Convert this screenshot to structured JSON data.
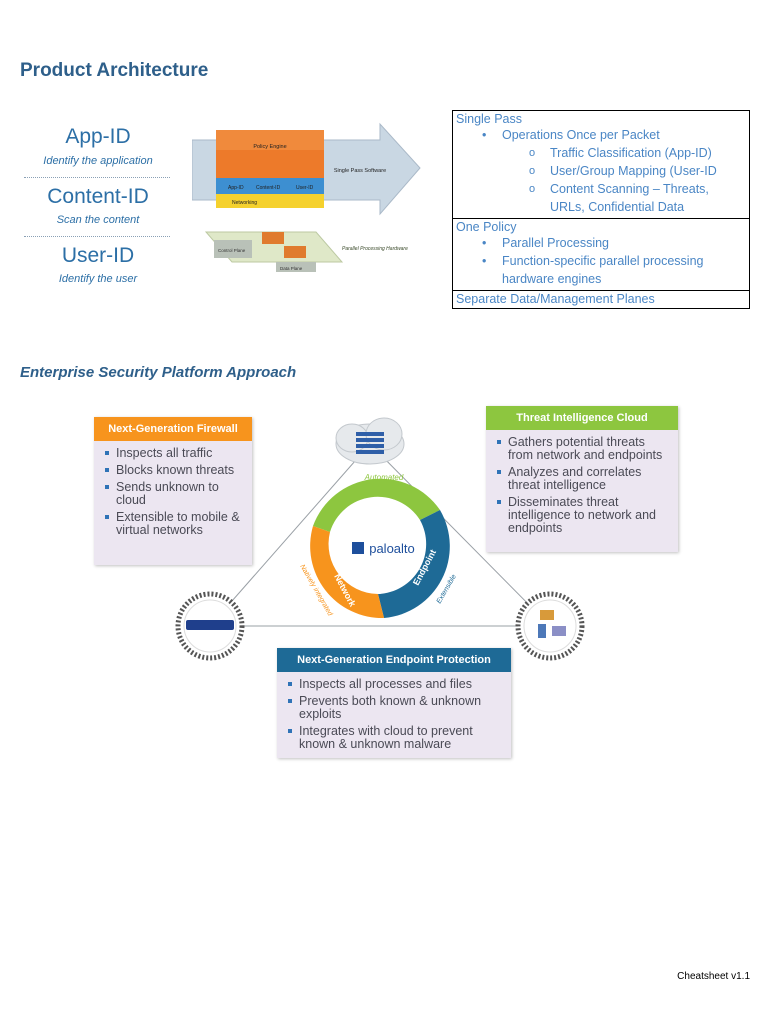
{
  "title": "Product Architecture",
  "ids": [
    {
      "name": "App-ID",
      "sub": "Identify the application"
    },
    {
      "name": "Content-ID",
      "sub": "Scan the content"
    },
    {
      "name": "User-ID",
      "sub": "Identify the user"
    }
  ],
  "stack_diagram": {
    "layers": [
      "Policy Engine",
      "App-ID",
      "Content-ID",
      "User-ID",
      "Networking"
    ],
    "arrow_label": "Single Pass Software",
    "side_label": "Parallel Processing Hardware",
    "planes": [
      "Control Plane",
      "Data Plane"
    ]
  },
  "table": {
    "single_pass": "Single Pass",
    "single_pass_bullet": "Operations Once per Packet",
    "single_pass_sub": [
      "Traffic Classification (App-ID)",
      "User/Group Mapping (User-ID",
      "Content Scanning – Threats, URLs, Confidential Data"
    ],
    "one_policy": "One Policy",
    "one_policy_bullets": [
      "Parallel Processing",
      "Function-specific parallel processing hardware engines"
    ],
    "separate": "Separate Data/Management Planes"
  },
  "section2_title": "Enterprise Security Platform Approach",
  "ngfw": {
    "head": "Next-Generation Firewall",
    "items": [
      "Inspects all traffic",
      "Blocks known threats",
      "Sends unknown to cloud",
      "Extensible to mobile & virtual networks"
    ]
  },
  "tic": {
    "head": "Threat Intelligence Cloud",
    "items": [
      "Gathers potential threats from network and endpoints",
      "Analyzes and correlates threat intelligence",
      "Disseminates threat intelligence to network and endpoints"
    ]
  },
  "ngep": {
    "head": "Next-Generation Endpoint Protection",
    "items": [
      "Inspects all processes and files",
      "Prevents both known & unknown exploits",
      "Integrates with cloud to prevent known & unknown malware"
    ]
  },
  "ring": {
    "cloud": "Cloud",
    "network": "Network",
    "endpoint": "Endpoint",
    "automated": "Automated",
    "natively": "Natively integrated",
    "extensible": "Extensible",
    "logo": "paloalto"
  },
  "footer": "Cheatsheet v1.1",
  "colors": {
    "orange": "#f7941d",
    "green": "#8dc63f",
    "blue": "#1e6a96",
    "title_blue": "#2e5f8a"
  }
}
